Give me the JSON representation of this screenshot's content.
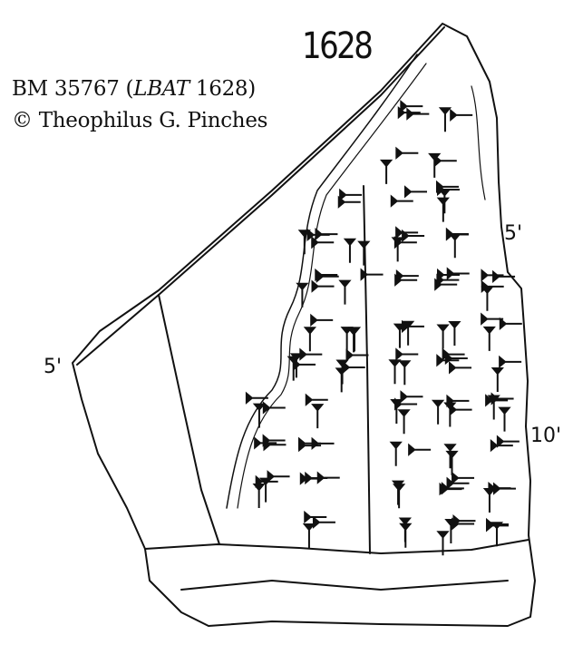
{
  "caption": {
    "museum_number": "BM 35767 (",
    "series": "LBAT",
    "series_number": " 1628)",
    "credit": "© Theophilus G. Pinches"
  },
  "drawing": {
    "tablet_number": "1628",
    "line_labels": [
      "5'",
      "5'",
      "10'"
    ]
  }
}
